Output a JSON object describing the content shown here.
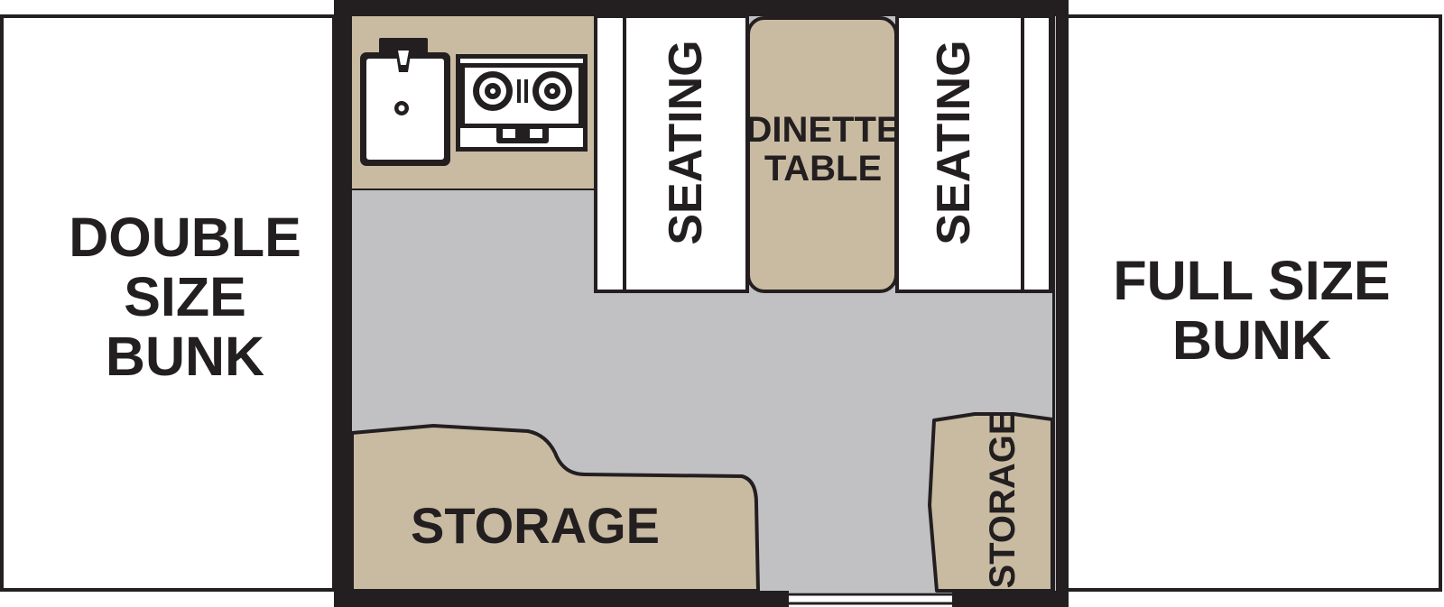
{
  "floorplan": {
    "left_bunk": {
      "lines": [
        "DOUBLE",
        "SIZE",
        "BUNK"
      ]
    },
    "right_bunk": {
      "lines": [
        "FULL SIZE",
        "BUNK"
      ]
    },
    "seating_left": {
      "label": "SEATING"
    },
    "seating_right": {
      "label": "SEATING"
    },
    "dinette": {
      "lines": [
        "DINETTE",
        "TABLE"
      ]
    },
    "storage_main": {
      "label": "STORAGE"
    },
    "storage_side": {
      "label": "STORAGE"
    },
    "kitchen": {
      "icons": [
        "sink-icon",
        "stove-icon"
      ]
    }
  },
  "colors": {
    "outline": "#231f20",
    "floor": "#c1c1c3",
    "cabinet": "#c9bba2",
    "bunk": "#ffffff"
  }
}
